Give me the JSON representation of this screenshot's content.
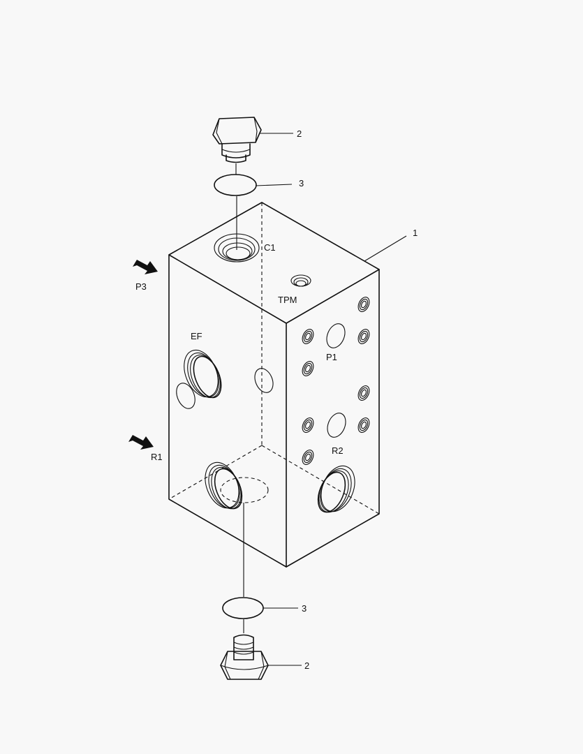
{
  "colors": {
    "background": "#f8f8f8",
    "ink": "#111111"
  },
  "callouts": {
    "body": "1",
    "plug_top": "2",
    "oring_top": "3",
    "oring_bottom": "3",
    "plug_bottom": "2"
  },
  "ports": {
    "c1": "C1",
    "tpm": "TPM",
    "p3": "P3",
    "ef": "EF",
    "p1": "P1",
    "r1": "R1",
    "r2": "R2"
  }
}
